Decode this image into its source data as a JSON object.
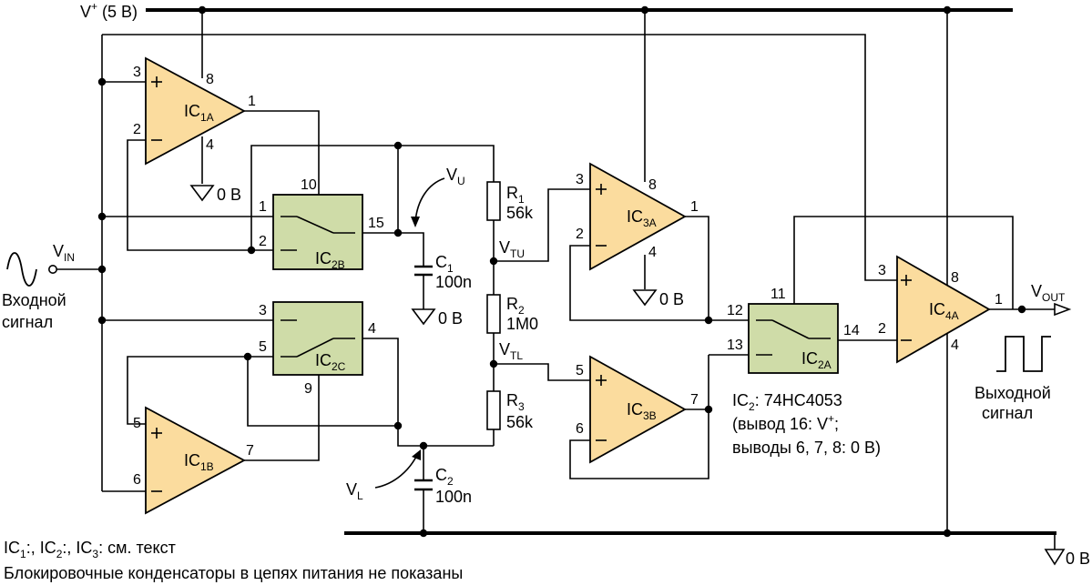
{
  "rails": {
    "vplus_label": "V",
    "vplus_sup": "+",
    "vplus_value": " (5 В)",
    "ground_label": "0 В"
  },
  "opamps": {
    "ic1a": {
      "main": "IC",
      "sub": "1A",
      "pins": [
        "3",
        "2",
        "8",
        "4",
        "1"
      ]
    },
    "ic1b": {
      "main": "IC",
      "sub": "1B",
      "pins": [
        "5",
        "6",
        "7"
      ]
    },
    "ic3a": {
      "main": "IC",
      "sub": "3A",
      "pins": [
        "3",
        "2",
        "8",
        "4",
        "1"
      ]
    },
    "ic3b": {
      "main": "IC",
      "sub": "3B",
      "pins": [
        "5",
        "6",
        "7"
      ]
    },
    "ic4a": {
      "main": "IC",
      "sub": "4A",
      "pins": [
        "3",
        "2",
        "8",
        "4",
        "1"
      ]
    }
  },
  "switches": {
    "ic2b": {
      "main": "IC",
      "sub": "2B",
      "pins": [
        "10",
        "1",
        "2",
        "15"
      ]
    },
    "ic2c": {
      "main": "IC",
      "sub": "2C",
      "pins": [
        "3",
        "5",
        "4",
        "9"
      ]
    },
    "ic2a": {
      "main": "IC",
      "sub": "2A",
      "pins": [
        "11",
        "12",
        "13",
        "14"
      ]
    }
  },
  "components": {
    "r1": {
      "name": "R",
      "sub": "1",
      "value": "56k"
    },
    "r2": {
      "name": "R",
      "sub": "2",
      "value": "1M0"
    },
    "r3": {
      "name": "R",
      "sub": "3",
      "value": "56k"
    },
    "c1": {
      "name": "C",
      "sub": "1",
      "value": "100n"
    },
    "c2": {
      "name": "C",
      "sub": "2",
      "value": "100n"
    }
  },
  "nodes": {
    "vu": {
      "main": "V",
      "sub": "U"
    },
    "vl": {
      "main": "V",
      "sub": "L"
    },
    "vtu": {
      "main": "V",
      "sub": "TU"
    },
    "vtl": {
      "main": "V",
      "sub": "TL"
    },
    "vin": {
      "main": "V",
      "sub": "IN"
    },
    "vout": {
      "main": "V",
      "sub": "OUT"
    }
  },
  "ground_labels": [
    "0 В",
    "0 В",
    "0 В",
    "0 В"
  ],
  "signals": {
    "input_line1": "Входной",
    "input_line2": "сигнал",
    "output_line1": "Выходной",
    "output_line2": "сигнал"
  },
  "ic2_note": {
    "line1_main": "IC",
    "line1_sub": "2",
    "line1_rest": ": 74HC4053",
    "line2_main": "(вывод 16: V",
    "line2_sup": "+",
    "line2_rest": ";",
    "line3": "выводы 6, 7, 8: 0 В)"
  },
  "footnotes": {
    "line1_parts": [
      "IC",
      "1",
      ":, IC",
      "2",
      ":, IC",
      "3",
      ": см. текст"
    ],
    "line2": "Блокировочные конденсаторы в цепях питания не показаны"
  }
}
